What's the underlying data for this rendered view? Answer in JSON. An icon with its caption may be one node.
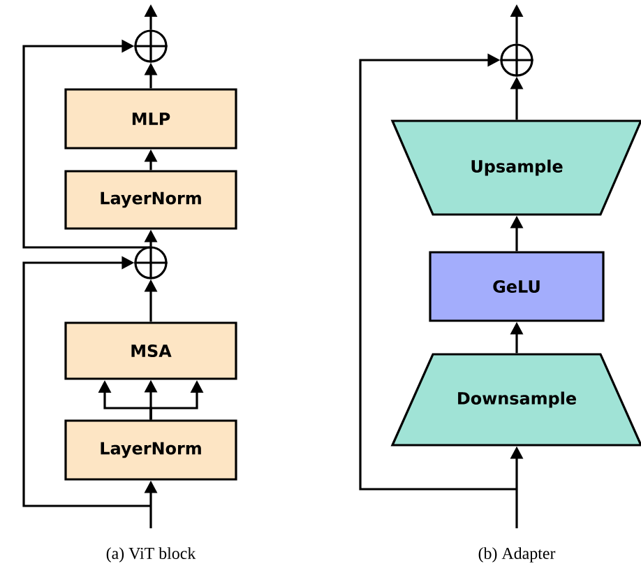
{
  "diagram": {
    "nodes": [
      {
        "text": [
          "MLP"
        ]
      },
      {
        "text": [
          "LayerNorm"
        ]
      },
      {
        "text": [],
        "shape": "circle"
      },
      {
        "text": [],
        "shape": "circle"
      },
      {
        "text": [
          "MSA"
        ]
      },
      {
        "text": [
          "LayerNorm"
        ]
      },
      {
        "text": [],
        "shape": "circle"
      },
      {
        "text": [
          "Upsample"
        ]
      },
      {
        "text": [
          "GeLU"
        ]
      },
      {
        "text": [
          "Downsample"
        ]
      }
    ],
    "edges": [
      {
        "from": null,
        "to": 5,
        "arrow": "to"
      },
      {
        "from": 5,
        "to": 4,
        "arrow": "to"
      },
      {
        "from": 5,
        "to": 4,
        "arrow": "to"
      },
      {
        "from": 5,
        "to": 4,
        "arrow": "to"
      },
      {
        "from": 4,
        "to": 3,
        "arrow": "to"
      },
      {
        "from": null,
        "to": 3,
        "arrow": "to"
      },
      {
        "from": 3,
        "to": 1,
        "arrow": "to"
      },
      {
        "from": 3,
        "to": 2,
        "arrow": "to"
      },
      {
        "from": 1,
        "to": 0,
        "arrow": "to"
      },
      {
        "from": 0,
        "to": 2,
        "arrow": "to"
      },
      {
        "from": 2,
        "to": null,
        "arrow": "to"
      },
      {
        "from": null,
        "to": 9,
        "arrow": "to"
      },
      {
        "from": null,
        "to": 6,
        "arrow": "to"
      },
      {
        "from": 9,
        "to": 8,
        "arrow": "to"
      },
      {
        "from": 8,
        "to": 7,
        "arrow": "to"
      },
      {
        "from": 7,
        "to": 6,
        "arrow": "to"
      },
      {
        "from": 6,
        "to": null,
        "arrow": "to"
      }
    ],
    "labels": [
      "(a)  ViT block",
      "(b)  Adapter"
    ]
  }
}
